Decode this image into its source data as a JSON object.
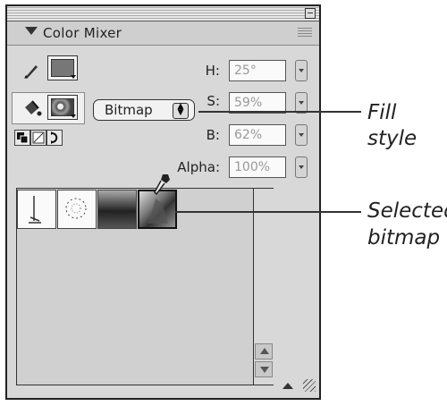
{
  "panel": {
    "title": "Color Mixer",
    "fill_style_select": {
      "value": "Bitmap"
    },
    "fields": [
      {
        "label": "H:",
        "value": "25°"
      },
      {
        "label": "S:",
        "value": "59%"
      },
      {
        "label": "B:",
        "value": "62%"
      },
      {
        "label": "Alpha:",
        "value": "100%"
      }
    ]
  },
  "callouts": {
    "fill_style": "Fill style",
    "selected_bitmap_line1": "Selected",
    "selected_bitmap_line2": "bitmap"
  },
  "colors": {
    "panel_bg": "#d8d8d8",
    "stroke_color": "#777777",
    "text": "#222222"
  },
  "icons": [
    "pen-icon",
    "paint-bucket-icon",
    "black-white-icon",
    "no-color-icon",
    "swap-colors-icon",
    "eyedropper-icon",
    "options-menu-icon",
    "close-box-icon",
    "collapse-icon",
    "resize-grip-icon"
  ]
}
